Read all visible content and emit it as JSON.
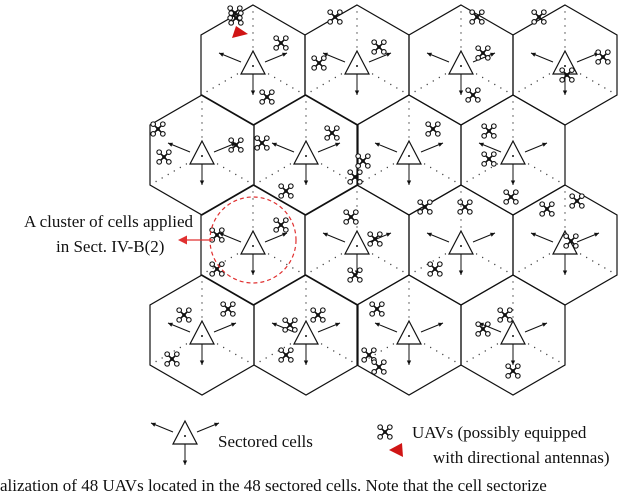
{
  "annotations": {
    "cluster_label_line1": "A cluster of cells applied",
    "cluster_label_line2": "in Sect. IV-B(2)",
    "legend_sectored": "Sectored cells",
    "legend_uav_line1": "UAVs (possibly equipped",
    "legend_uav_line2": "with directional antennas)",
    "caption_fragment": "alization of 48 UAVs located in the 48 sectored cells. Note that the cell sectorize"
  },
  "colors": {
    "line": "#111111",
    "sector_dots": "#444444",
    "highlight": "#e03030",
    "directional_antenna": "#d01515"
  },
  "grid": {
    "rows": [
      [
        "r0c0",
        "r0c1",
        "r0c2",
        "r0c3"
      ],
      [
        "r1c0",
        "r1c1",
        "r1c2",
        "r1c3"
      ],
      [
        "r2c0",
        "r2c1",
        "r2c2",
        "r2c3"
      ],
      [
        "r3c0",
        "r3c1",
        "r3c2",
        "r3c3"
      ]
    ],
    "highlighted_cluster_cell": "r2c1"
  }
}
